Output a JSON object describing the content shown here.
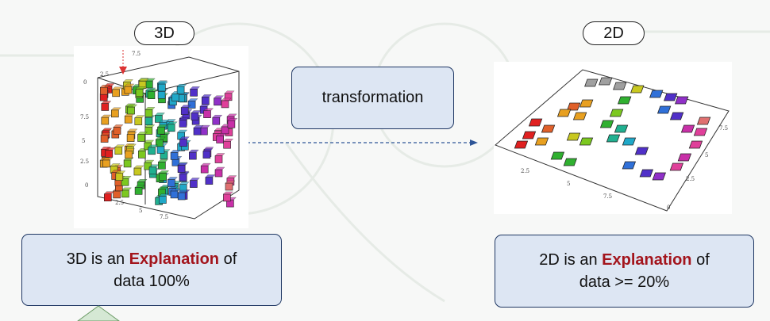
{
  "labels": {
    "left_title": "3D",
    "right_title": "2D",
    "center_box": "transformation"
  },
  "explanations": {
    "left": {
      "prefix": "3D is an ",
      "keyword": "Explanation",
      "suffix": " of",
      "line2": "data 100%"
    },
    "right": {
      "prefix": "2D is an ",
      "keyword": "Explanation",
      "suffix": " of",
      "line2": "data >= 20%"
    }
  },
  "plot3d": {
    "ticks_left": [
      "0",
      "7.5",
      "5",
      "2.5",
      "0"
    ],
    "ticks_top": [
      "7.5",
      "2.5"
    ],
    "ticks_bottom": [
      "2.5",
      "5",
      "7.5"
    ]
  },
  "plot2d": {
    "ticks_bottom": [
      "2.5",
      "5",
      "7.5",
      "0"
    ],
    "ticks_right": [
      "7.5",
      "5",
      "2.5"
    ]
  },
  "colors": {
    "box_fill": "#dde6f3",
    "box_border": "#1f3763",
    "highlight": "#a3141c",
    "arrow": "#2e5597",
    "triangle": "#d5e8d4"
  }
}
